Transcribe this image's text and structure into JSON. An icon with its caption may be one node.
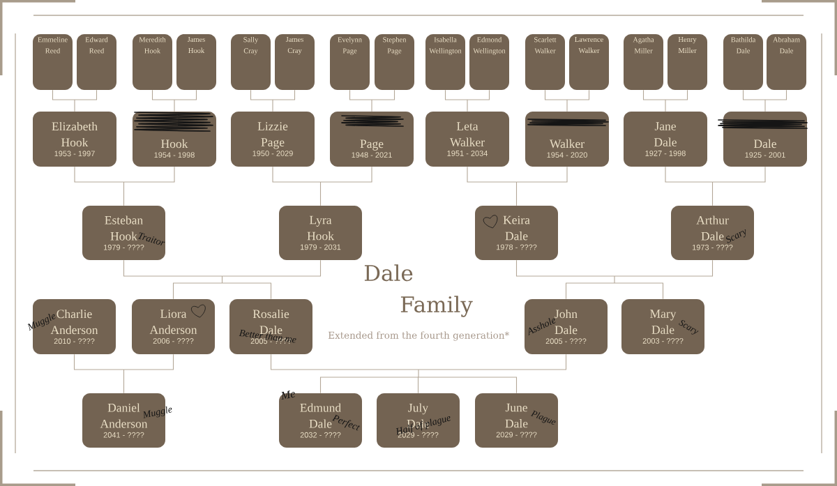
{
  "diagram": {
    "title": "Dale Family",
    "nodes": [
      {
        "text": [
          "Emmeline Reed"
        ]
      },
      {
        "text": [
          "Edward Reed"
        ]
      },
      {
        "text": [
          "Meredith Hook"
        ]
      },
      {
        "text": [
          "James Hook"
        ]
      },
      {
        "text": [
          "Sally Cray"
        ]
      },
      {
        "text": [
          "James Cray"
        ]
      },
      {
        "text": [
          "Evelynn Page"
        ]
      },
      {
        "text": [
          "Stephen Page"
        ]
      },
      {
        "text": [
          "Isabella Wellington"
        ]
      },
      {
        "text": [
          "Edmond Wellington"
        ]
      },
      {
        "text": [
          "Scarlett Walker"
        ]
      },
      {
        "text": [
          "Lawrence Walker"
        ]
      },
      {
        "text": [
          "Agatha Miller"
        ]
      },
      {
        "text": [
          "Henry Miller"
        ]
      },
      {
        "text": [
          "Bathilda Dale"
        ]
      },
      {
        "text": [
          "Abraham Dale"
        ]
      },
      {
        "text": [
          "Elizabeth Hook",
          "1953 - 1997"
        ]
      },
      {
        "text": [
          "Hook",
          "1954 - 1998"
        ]
      },
      {
        "text": [
          "Lizzie Page",
          "1950 - 2029"
        ]
      },
      {
        "text": [
          "Page",
          "1948 - 2021"
        ]
      },
      {
        "text": [
          "Leta Walker",
          "1951 - 2034"
        ]
      },
      {
        "text": [
          "Walker",
          "1954 - 2020"
        ]
      },
      {
        "text": [
          "Jane Dale",
          "1927 - 1998"
        ]
      },
      {
        "text": [
          "Dale",
          "1925 - 2001"
        ]
      },
      {
        "text": [
          "Esteban Hook",
          "1979 - ????",
          "Traitor"
        ]
      },
      {
        "text": [
          "Lyra Hook",
          "1979 - 2031"
        ]
      },
      {
        "text": [
          "Keira Dale",
          "1978 - ????"
        ]
      },
      {
        "text": [
          "Arthur Dale",
          "1973 - ????",
          "Scary"
        ]
      },
      {
        "text": [
          "Charlie Anderson",
          "2010 - ????",
          "Muggle"
        ]
      },
      {
        "text": [
          "Liora Anderson",
          "2006 - ????"
        ]
      },
      {
        "text": [
          "Rosalie Dale",
          "2005 - ????",
          "Better than me"
        ]
      },
      {
        "text": [
          "John Dale",
          "2005 - ????",
          "Asshole"
        ]
      },
      {
        "text": [
          "Mary Dale",
          "2003 - ????",
          "Scary"
        ]
      },
      {
        "text": [
          "Daniel Anderson",
          "2041 - ????",
          "Muggle"
        ]
      },
      {
        "text": [
          "Edmund Dale",
          "2032 - ????",
          "Me",
          "Perfect"
        ]
      },
      {
        "text": [
          "July Dale",
          "2029 - ????",
          "Half of plague"
        ]
      },
      {
        "text": [
          "June Dale",
          "2029 - ????",
          "Plague"
        ]
      }
    ],
    "edges": [
      {
        "from": 0,
        "to": 16,
        "arrow": "none"
      },
      {
        "from": 1,
        "to": 16,
        "arrow": "none"
      },
      {
        "from": 2,
        "to": 17,
        "arrow": "none"
      },
      {
        "from": 3,
        "to": 17,
        "arrow": "none"
      },
      {
        "from": 4,
        "to": 18,
        "arrow": "none"
      },
      {
        "from": 5,
        "to": 18,
        "arrow": "none"
      },
      {
        "from": 6,
        "to": 19,
        "arrow": "none"
      },
      {
        "from": 7,
        "to": 19,
        "arrow": "none"
      },
      {
        "from": 8,
        "to": 20,
        "arrow": "none"
      },
      {
        "from": 9,
        "to": 20,
        "arrow": "none"
      },
      {
        "from": 10,
        "to": 21,
        "arrow": "none"
      },
      {
        "from": 11,
        "to": 21,
        "arrow": "none"
      },
      {
        "from": 12,
        "to": 22,
        "arrow": "none"
      },
      {
        "from": 13,
        "to": 22,
        "arrow": "none"
      },
      {
        "from": 14,
        "to": 23,
        "arrow": "none"
      },
      {
        "from": 15,
        "to": 23,
        "arrow": "none"
      },
      {
        "from": 16,
        "to": 24,
        "arrow": "none"
      },
      {
        "from": 17,
        "to": 24,
        "arrow": "none"
      },
      {
        "from": 18,
        "to": 25,
        "arrow": "none"
      },
      {
        "from": 19,
        "to": 25,
        "arrow": "none"
      },
      {
        "from": 20,
        "to": 26,
        "arrow": "none"
      },
      {
        "from": 21,
        "to": 26,
        "arrow": "none"
      },
      {
        "from": 22,
        "to": 27,
        "arrow": "none"
      },
      {
        "from": 23,
        "to": 27,
        "arrow": "none"
      },
      {
        "from": 24,
        "to": 29,
        "arrow": "none"
      },
      {
        "from": 24,
        "to": 30,
        "arrow": "none"
      },
      {
        "from": 25,
        "to": 29,
        "arrow": "none"
      },
      {
        "from": 25,
        "to": 30,
        "arrow": "none"
      },
      {
        "from": 26,
        "to": 31,
        "arrow": "none"
      },
      {
        "from": 26,
        "to": 32,
        "arrow": "none"
      },
      {
        "from": 27,
        "to": 31,
        "arrow": "none"
      },
      {
        "from": 27,
        "to": 32,
        "arrow": "none"
      },
      {
        "from": 28,
        "to": 33,
        "arrow": "none"
      },
      {
        "from": 29,
        "to": 33,
        "arrow": "none"
      },
      {
        "from": 30,
        "to": 34,
        "arrow": "none"
      },
      {
        "from": 30,
        "to": 35,
        "arrow": "none"
      },
      {
        "from": 30,
        "to": 36,
        "arrow": "none"
      },
      {
        "from": 31,
        "to": 34,
        "arrow": "none"
      },
      {
        "from": 31,
        "to": 35,
        "arrow": "none"
      },
      {
        "from": 31,
        "to": 36,
        "arrow": "none"
      }
    ],
    "labels": [
      "Extended from the fourth generation*"
    ]
  }
}
